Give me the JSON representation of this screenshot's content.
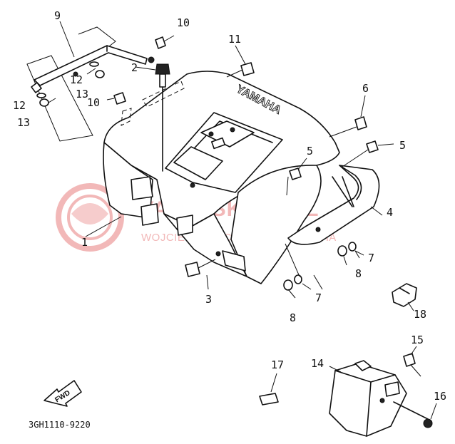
{
  "diagram": {
    "callouts": {
      "c1": "1",
      "c2": "2",
      "c3": "3",
      "c4": "4",
      "c5a": "5",
      "c5b": "5",
      "c6": "6",
      "c7a": "7",
      "c7b": "7",
      "c8a": "8",
      "c8b": "8",
      "c9": "9",
      "c10a": "10",
      "c10b": "10",
      "c11": "11",
      "c12a": "12",
      "c12b": "12",
      "c13a": "13",
      "c13b": "13",
      "c14": "14",
      "c15": "15",
      "c16": "16",
      "c17": "17",
      "c18": "18"
    },
    "fender_lettering": "YAMAHA",
    "fwd_label": "FWD",
    "part_code": "3GH1110-9220",
    "watermark": {
      "line1": "YAMA-SKLEP.PL",
      "line2": "WOJCIECHOWICZ DEALER YAMAHA"
    },
    "colors": {
      "ink": "#111111",
      "watermark": "#f2b8b8",
      "background": "#ffffff"
    }
  }
}
